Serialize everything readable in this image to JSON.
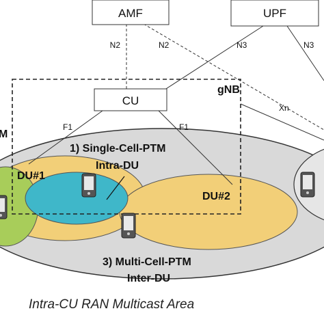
{
  "nodes": {
    "amf": "AMF",
    "upf": "UPF",
    "cu": "CU",
    "gnb": "gNB",
    "du1": "DU#1",
    "du2": "DU#2"
  },
  "links": {
    "n2_amf_cu": "N2",
    "n2_amf_right": "N2",
    "n3_upf_cu": "N3",
    "n3_upf_right": "N3",
    "f1_du1": "F1",
    "f1_du2": "F1",
    "xn": "Xn"
  },
  "labels": {
    "left_partial": "M",
    "single_cell_line1": "1) Single-Cell-PTM",
    "single_cell_line2": "Intra-DU",
    "multi_cell_line1": "3) Multi-Cell-PTM",
    "multi_cell_line2": "Inter-DU",
    "area_caption": "Intra-CU RAN Multicast Area"
  },
  "colors": {
    "outer_area": "#d9d9d9",
    "du_cell": "#f2cf78",
    "green_cell": "#a8cd5a",
    "blue_cell": "#3fb7c9",
    "line": "#222222"
  },
  "icons": [
    "ue-phone-icon",
    "ue-phone-icon",
    "ue-phone-icon",
    "ue-phone-icon"
  ]
}
